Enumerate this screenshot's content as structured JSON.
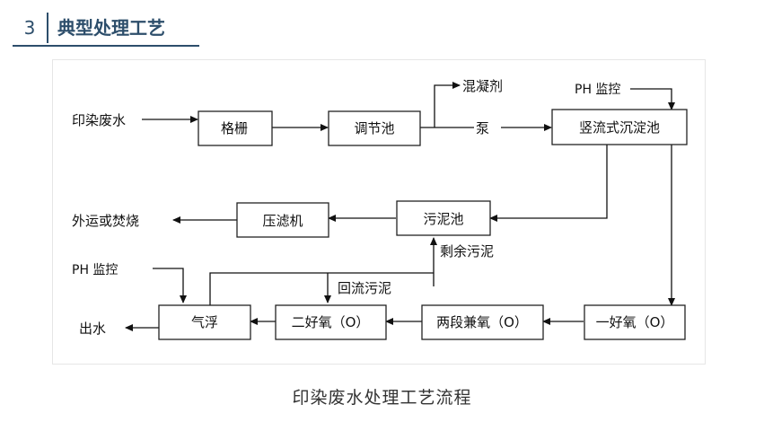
{
  "header": {
    "section_number": "3",
    "title": "典型处理工艺"
  },
  "diagram": {
    "inputs": {
      "raw_water": "印染废水",
      "coagulant": "混凝剂",
      "pump": "泵",
      "ph_control_top": "PH 监控",
      "ph_control_bottom": "PH 监控",
      "residual_sludge": "剩余污泥",
      "return_sludge": "回流污泥",
      "disposal": "外运或焚烧",
      "outflow": "出水"
    },
    "boxes": {
      "grille": "格栅",
      "regulating_tank": "调节池",
      "vertical_settling": "竖流式沉淀池",
      "sludge_tank": "污泥池",
      "filter_press": "压滤机",
      "aerobic_1": "一好氧（O）",
      "two_stage_anoxic": "两段兼氧（O）",
      "aerobic_2": "二好氧（O）",
      "air_flotation": "气浮"
    }
  },
  "caption": "印染废水处理工艺流程"
}
